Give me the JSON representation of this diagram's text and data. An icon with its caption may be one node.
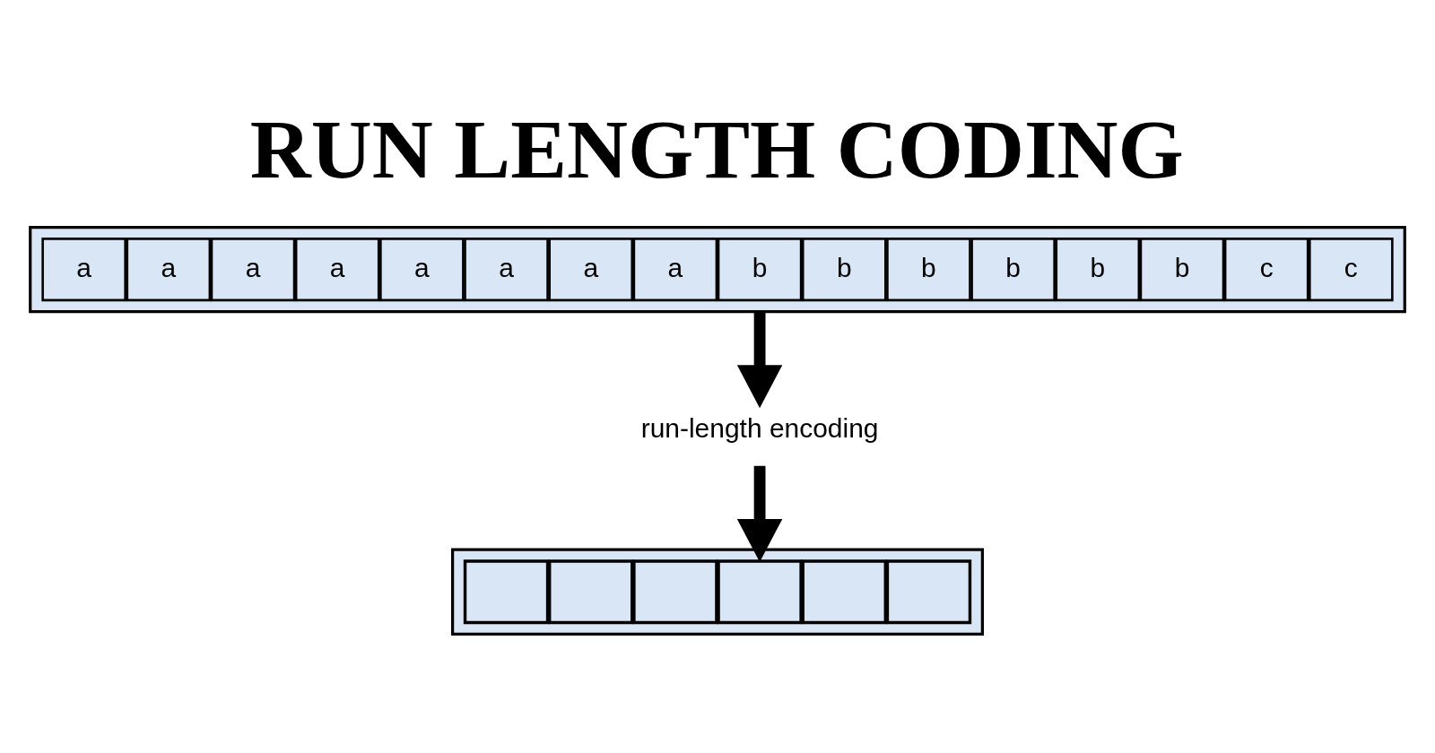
{
  "diagram": {
    "title": "RUN LENGTH CODING",
    "nodes": [
      {
        "text": [],
        "shape": "bar"
      },
      {
        "text": [
          "a"
        ],
        "in": 0
      },
      {
        "text": [
          "a"
        ],
        "in": 0
      },
      {
        "text": [
          "a"
        ],
        "in": 0
      },
      {
        "text": [
          "a"
        ],
        "in": 0
      },
      {
        "text": [
          "a"
        ],
        "in": 0
      },
      {
        "text": [
          "a"
        ],
        "in": 0
      },
      {
        "text": [
          "a"
        ],
        "in": 0
      },
      {
        "text": [
          "a"
        ],
        "in": 0
      },
      {
        "text": [
          "b"
        ],
        "in": 0
      },
      {
        "text": [
          "b"
        ],
        "in": 0
      },
      {
        "text": [
          "b"
        ],
        "in": 0
      },
      {
        "text": [
          "b"
        ],
        "in": 0
      },
      {
        "text": [
          "b"
        ],
        "in": 0
      },
      {
        "text": [
          "b"
        ],
        "in": 0
      },
      {
        "text": [
          "c"
        ],
        "in": 0
      },
      {
        "text": [
          "c"
        ],
        "in": 0
      },
      {
        "text": [
          "run-length encoding"
        ]
      },
      {
        "text": [],
        "shape": "bar"
      },
      {
        "text": [],
        "shape": "box",
        "in": 18
      },
      {
        "text": [],
        "shape": "box",
        "in": 18
      },
      {
        "text": [],
        "shape": "box",
        "in": 18
      },
      {
        "text": [],
        "shape": "box",
        "in": 18
      },
      {
        "text": [],
        "shape": "box",
        "in": 18
      },
      {
        "text": [],
        "shape": "box",
        "in": 18
      }
    ],
    "edges": [
      {
        "from": 0,
        "to": 17,
        "arrow": "to"
      },
      {
        "from": 17,
        "to": 18,
        "arrow": "to"
      }
    ]
  }
}
